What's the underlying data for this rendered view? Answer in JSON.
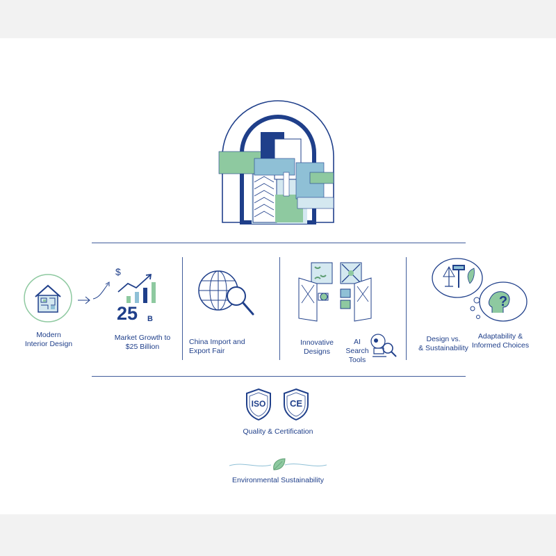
{
  "colors": {
    "navy": "#1f3f8a",
    "green": "#8ec9a0",
    "light_green": "#cde7d2",
    "blue": "#8fc0d6",
    "light_blue": "#d4e8f0",
    "background": "#ffffff",
    "frame": "#f2f2f2"
  },
  "features": {
    "modern_interior": "Modern\nInterior Design",
    "market_growth": "Market Growth to\n$25 Billion",
    "market_figure": "25",
    "market_unit": "B",
    "currency_symbol": "$",
    "china_fair": "China Import and\nExport Fair",
    "innovative": "Innovative\nDesigns",
    "ai_search": "AI\nSearch\nTools",
    "design_vs": "Design vs.\n& Sustainability",
    "adaptability": "Adaptability &\nInformed Choices"
  },
  "certification": {
    "iso": "ISO",
    "ce": "CE",
    "label": "Quality & Certification"
  },
  "sustainability": {
    "label": "Environmental Sustainability"
  },
  "icons": [
    "house-plan-icon",
    "arrow-icon",
    "growth-chart-icon",
    "globe-magnifier-icon",
    "tile-samples-icon",
    "robot-magnifier-icon",
    "scale-hammer-icon",
    "question-head-icon",
    "iso-shield-icon",
    "ce-shield-icon",
    "leaf-icon"
  ]
}
